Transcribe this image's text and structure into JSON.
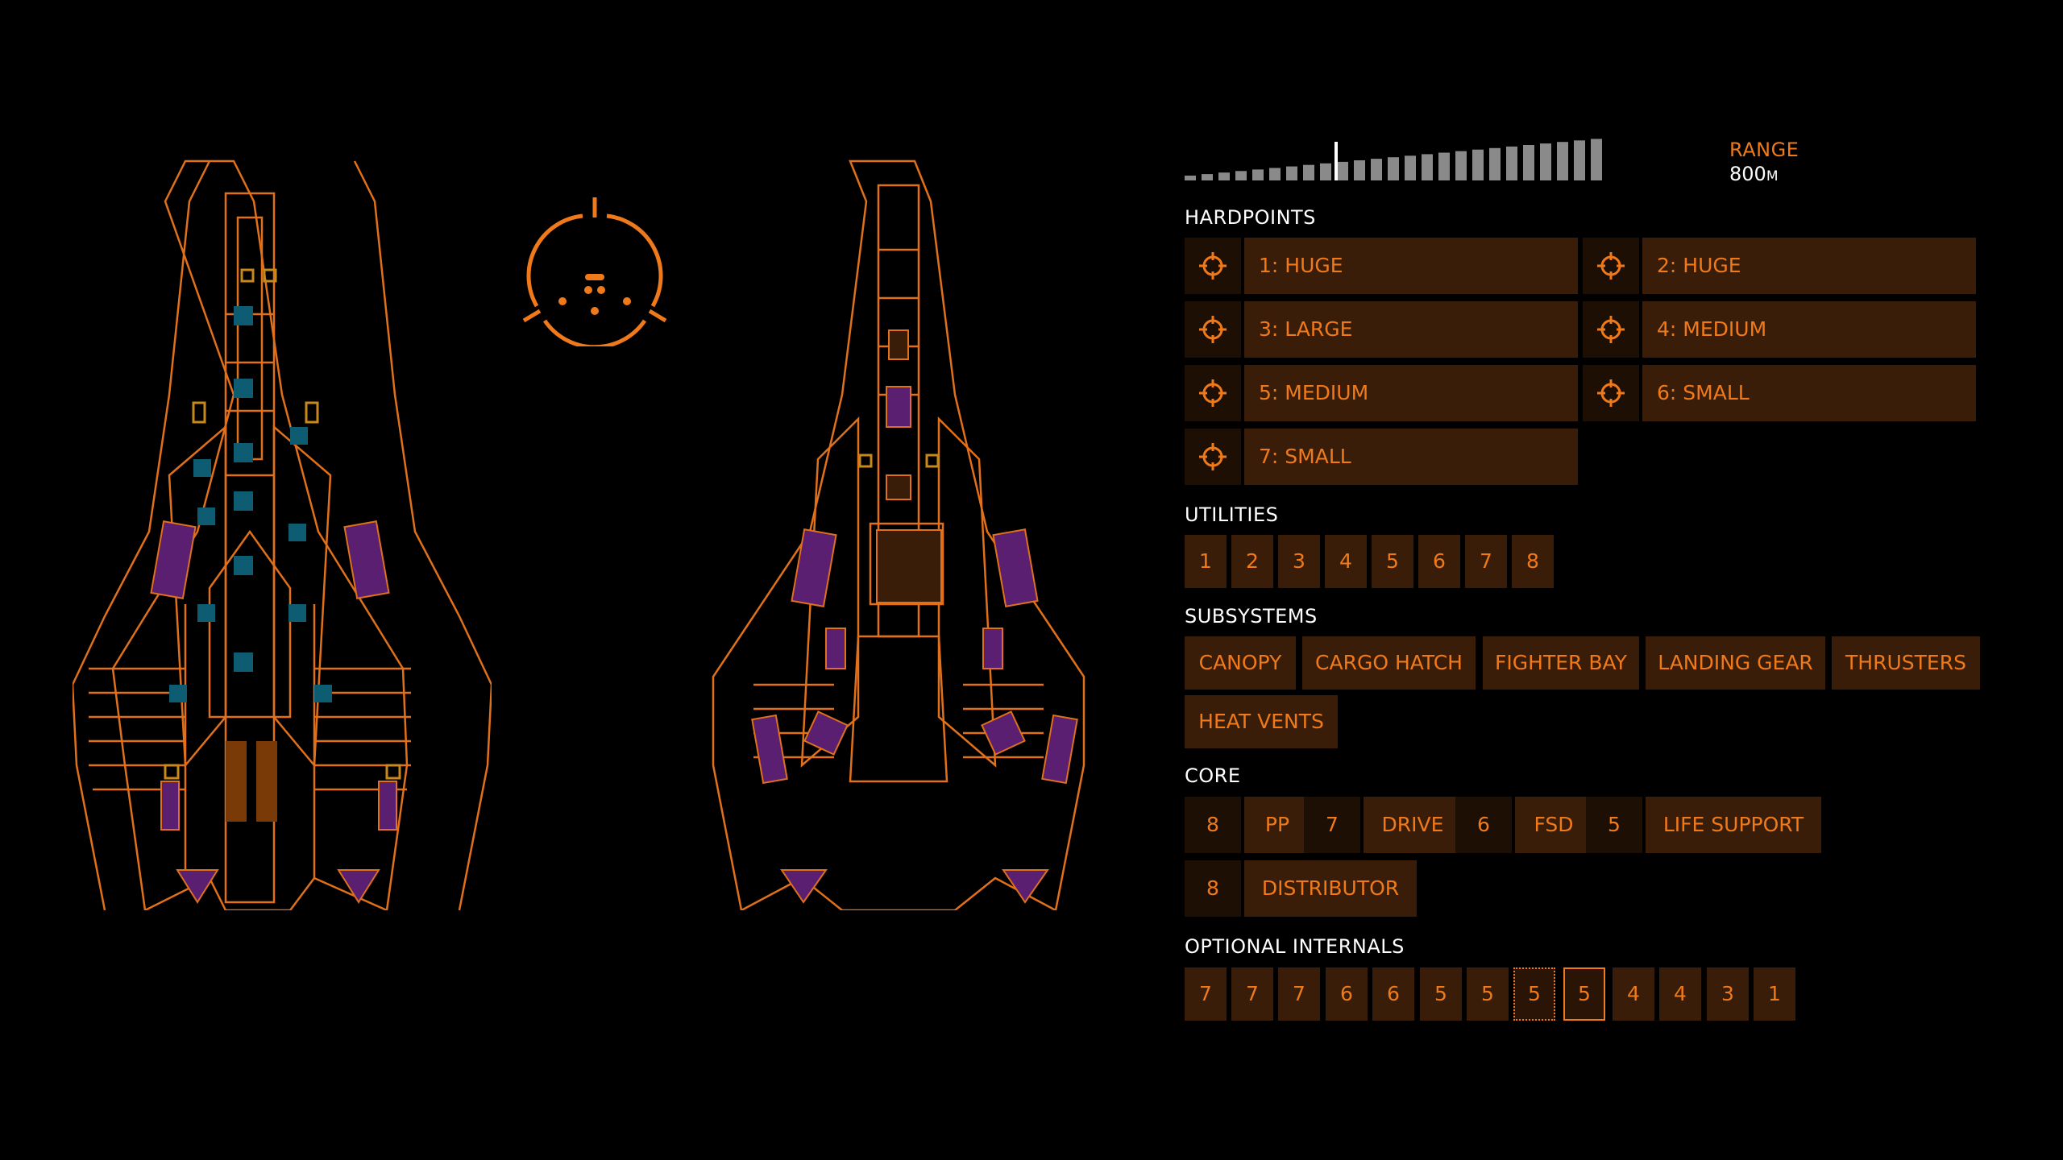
{
  "range": {
    "label": "RANGE",
    "value": "800",
    "unit": "M",
    "level_fraction": 0.35
  },
  "sections": {
    "hardpoints": "HARDPOINTS",
    "utilities": "UTILITIES",
    "subsystems": "SUBSYSTEMS",
    "core": "CORE",
    "optional": "OPTIONAL INTERNALS"
  },
  "hardpoints": [
    "1: HUGE",
    "2: HUGE",
    "3: LARGE",
    "4: MEDIUM",
    "5: MEDIUM",
    "6: SMALL",
    "7: SMALL"
  ],
  "utilities": [
    "1",
    "2",
    "3",
    "4",
    "5",
    "6",
    "7",
    "8"
  ],
  "subsystems": [
    "CANOPY",
    "CARGO HATCH",
    "FIGHTER BAY",
    "LANDING GEAR",
    "THRUSTERS",
    "HEAT VENTS"
  ],
  "core": [
    {
      "size": "8",
      "name": "PP"
    },
    {
      "size": "7",
      "name": "DRIVE"
    },
    {
      "size": "6",
      "name": "FSD"
    },
    {
      "size": "5",
      "name": "LIFE SUPPORT"
    },
    {
      "size": "8",
      "name": "DISTRIBUTOR"
    }
  ],
  "optional_internals": [
    "7",
    "7",
    "7",
    "6",
    "6",
    "5",
    "5",
    "5",
    "5",
    "4",
    "4",
    "3",
    "1"
  ],
  "optional_states": [
    "",
    "",
    "",
    "",
    "",
    "",
    "",
    "dotted",
    "selected",
    "",
    "",
    "",
    ""
  ],
  "colors": {
    "accent": "#f07a1a",
    "panel": "#3a1d08",
    "panel_dark": "#1e0f05",
    "purple": "#5a1f70",
    "cyan": "#0e5c72",
    "yellow": "#c9891a"
  }
}
